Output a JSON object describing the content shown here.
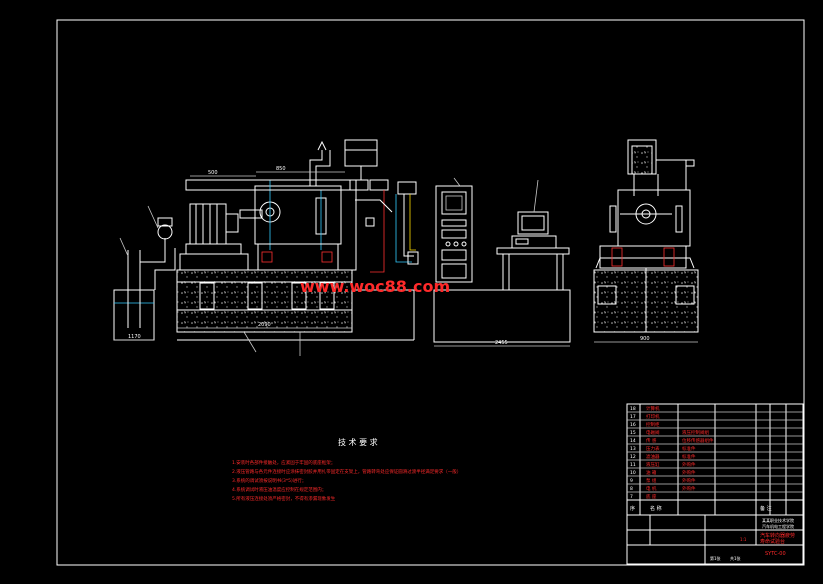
{
  "watermark": "www.woc88.com",
  "notes": {
    "title": "技 术 要 求",
    "lines": [
      "1.安装时各部件接触处，应紧固于牢固的底座框架；",
      "2.液压管路与各元件连接时应涂抹密封胶并用扎带固定在支架上，管路转弯处应保证圆滑过渡半径满足要求（一般）",
      "3.系统的调试须按说明书(3*5)进行；",
      "4.系统调试时液压油温度应控制在规定范围内；",
      "5.所有液压连接处须严格密封，不得有渗漏现象发生"
    ]
  },
  "title_block": {
    "parts": [
      {
        "no": "18",
        "name": "计算机"
      },
      {
        "no": "17",
        "name": "打印机"
      },
      {
        "no": "16",
        "name": "控制柜"
      },
      {
        "no": "15",
        "name": "电磁阀",
        "spec": "液压控制阀组"
      },
      {
        "no": "14",
        "name": "传 感",
        "spec": "位移传感器组件"
      },
      {
        "no": "13",
        "name": "压力表",
        "spec": "标准件"
      },
      {
        "no": "12",
        "name": "滤油器",
        "spec": "标准件"
      },
      {
        "no": "11",
        "name": "液压缸",
        "spec": "外购件"
      },
      {
        "no": "10",
        "name": "油 箱",
        "spec": "外购件"
      },
      {
        "no": "9",
        "name": "泵 组",
        "spec": "外购件"
      },
      {
        "no": "8",
        "name": "电 机",
        "spec": "外购件"
      },
      {
        "no": "7",
        "name": "底 座"
      }
    ],
    "header": [
      "序",
      "名 称",
      "备 注"
    ],
    "school": [
      "某某职业技术学院",
      "汽车机电工程学院"
    ],
    "drawing_title": [
      "汽车转向器疲劳",
      "寿命试验台"
    ],
    "sheet": [
      "第1张",
      "共1张"
    ],
    "scale": "1:1",
    "code": "SYTC-00"
  },
  "dims": {
    "d1": "500",
    "d2": "850",
    "d3": "2090",
    "d4": "1170",
    "d5": "2455",
    "d6": "900"
  },
  "colors": {
    "line": "#ffffff",
    "red": "#ff2a2a",
    "cyan": "#33ccff",
    "yellow": "#ffdd00"
  }
}
